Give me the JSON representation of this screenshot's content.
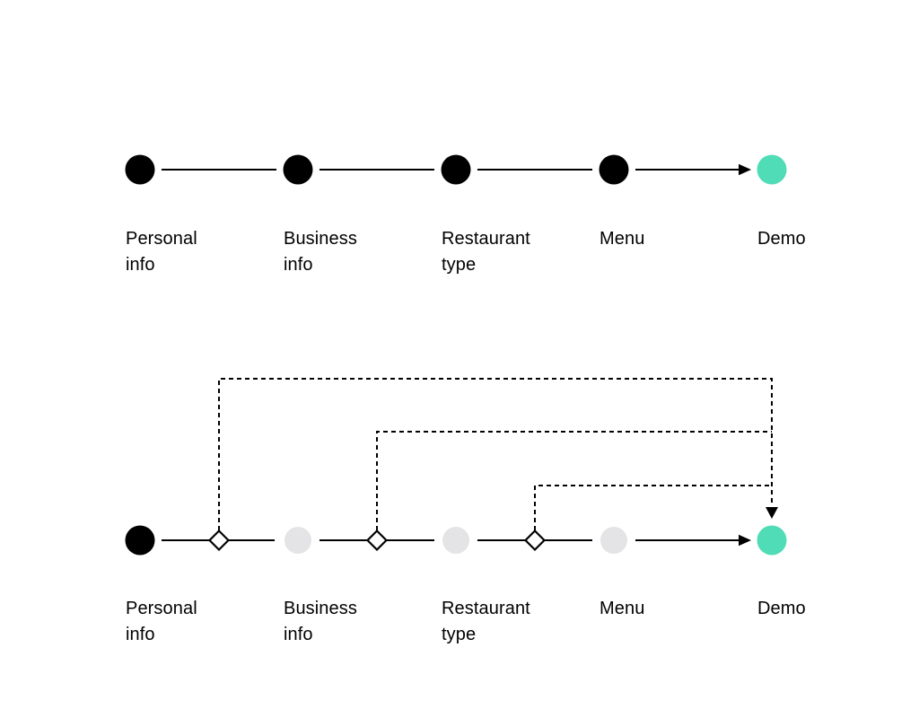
{
  "colors": {
    "step_done": "#000000",
    "step_pending": "#E4E4E6",
    "step_accent": "#4FDCB6",
    "connector": "#000000"
  },
  "linear_flow": {
    "steps": [
      {
        "label": "Personal\ninfo"
      },
      {
        "label": "Business\ninfo"
      },
      {
        "label": "Restaurant\ntype"
      },
      {
        "label": "Menu"
      },
      {
        "label": "Demo"
      }
    ]
  },
  "skip_flow": {
    "steps": [
      {
        "label": "Personal\ninfo"
      },
      {
        "label": "Business\ninfo"
      },
      {
        "label": "Restaurant\ntype"
      },
      {
        "label": "Menu"
      },
      {
        "label": "Demo"
      }
    ]
  }
}
